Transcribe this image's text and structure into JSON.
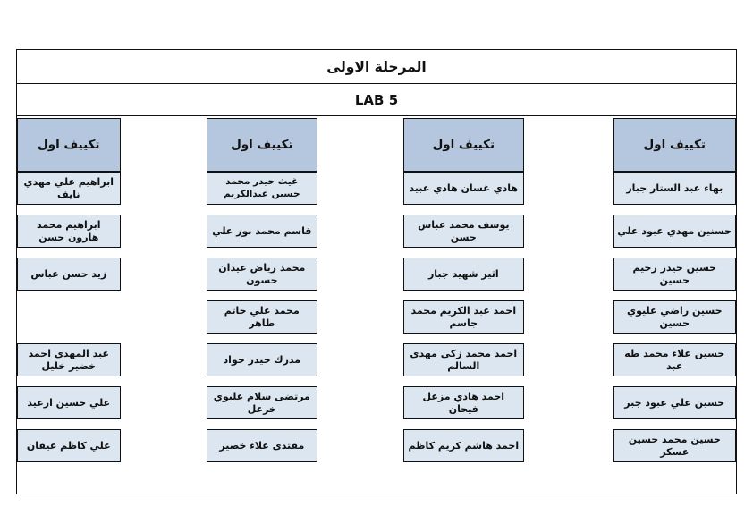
{
  "document": {
    "title": "المرحلة الاولى",
    "lab": "LAB 5"
  },
  "colors": {
    "header_fill": "#b4c7de",
    "cell_fill": "#dce6f1",
    "border": "#111111",
    "page_background": "#ffffff"
  },
  "columns": [
    {
      "header": "تكييف اول",
      "cells": [
        "بهاء عبد الستار جبار",
        "حسنين مهدي عبود علي",
        "حسين حيدر رحيم حسين",
        "حسين راضي عليوي حسين",
        "حسين علاء محمد طه عبد",
        "حسين علي عبود جبر",
        "حسين محمد حسين عسكر"
      ]
    },
    {
      "header": "تكييف اول",
      "cells": [
        "هادي غسان هادي عبيد",
        "يوسف محمد عباس حسن",
        "اثير شهيد جبار",
        "احمد عبد الكريم محمد جاسم",
        "احمد محمد زكي مهدي السالم",
        "احمد هادي مزعل فيحان",
        "احمد هاشم كريم كاظم"
      ]
    },
    {
      "header": "تكييف اول",
      "cells": [
        "غيث حيدر محمد حسين عبدالكريم",
        "قاسم محمد نور علي",
        "محمد رياض عيدان حسون",
        "محمد علي حاتم طاهر",
        "مدرك حيدر جواد",
        "مرتضى سلام عليوي خزعل",
        "مقتدى علاء خضير"
      ]
    },
    {
      "header": "تكييف اول",
      "cells": [
        "ابراهيم علي مهدي نايف",
        "ابراهيم محمد هارون حسن",
        "زيد حسن عباس",
        "",
        "عبد المهدي احمد خضير خليل",
        "علي حسين ارعيد",
        "علي كاظم عيفان"
      ]
    }
  ]
}
